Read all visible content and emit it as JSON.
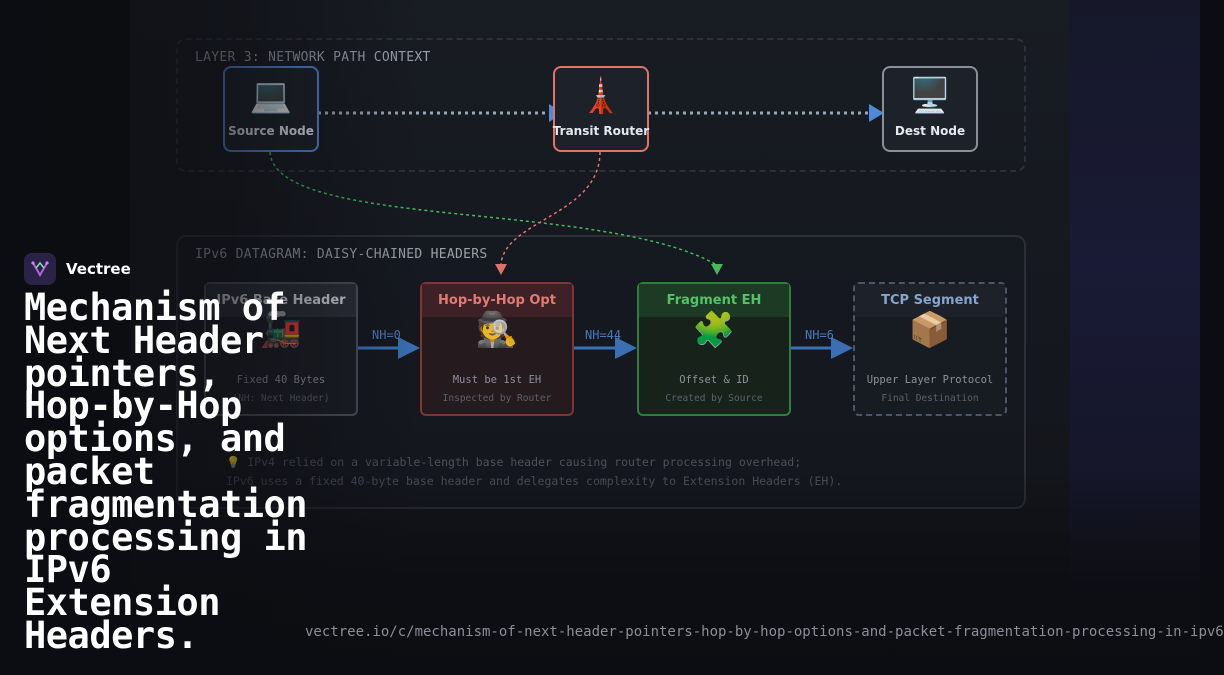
{
  "network_section": {
    "title": "LAYER 3: NETWORK PATH CONTEXT",
    "nodes": [
      {
        "icon": "laptop-icon",
        "glyph": "💻",
        "label": "Source Node",
        "color": "#4f89d9"
      },
      {
        "icon": "tower-icon",
        "glyph": "🗼",
        "label": "Transit Router",
        "color": "#e0736a"
      },
      {
        "icon": "desktop-icon",
        "glyph": "🖥️",
        "label": "Dest Node",
        "color": "#8a8f99"
      }
    ]
  },
  "datagram_section": {
    "title": "IPv6 DATAGRAM: DAISY-CHAINED HEADERS",
    "headers": [
      {
        "title": "IPv6 Base Header",
        "icon": "train-icon",
        "glyph": "🚂",
        "line1": "Fixed 40 Bytes",
        "line2": "(NH: Next Header)",
        "color": "#4a4f58"
      },
      {
        "title": "Hop-by-Hop Opt",
        "icon": "detective-icon",
        "glyph": "🕵️",
        "line1": "Must be 1st EH",
        "line2": "Inspected by Router",
        "color": "#e07b74"
      },
      {
        "title": "Fragment EH",
        "icon": "puzzle-icon",
        "glyph": "🧩",
        "line1": "Offset & ID",
        "line2": "Created by Source",
        "color": "#55c26a"
      },
      {
        "title": "TCP Segment",
        "icon": "package-icon",
        "glyph": "📦",
        "line1": "Upper Layer Protocol",
        "line2": "Final Destination",
        "color": "#86a4cc"
      }
    ],
    "links": [
      "NH=0",
      "NH=44",
      "NH=6"
    ],
    "note_lines": [
      "💡 IPv4 relied on a variable-length base header causing router processing overhead;",
      "IPv6 uses a fixed 40-byte base header and delegates complexity to Extension Headers (EH)."
    ]
  },
  "brand": {
    "name": "Vectree"
  },
  "headline": "Mechanism of Next Header pointers, Hop-by-Hop options, and packet fragmentation processing in IPv6 Extension Headers.",
  "url": "vectree.io/c/mechanism-of-next-header-pointers-hop-by-hop-options-and-packet-fragmentation-processing-in-ipv6"
}
